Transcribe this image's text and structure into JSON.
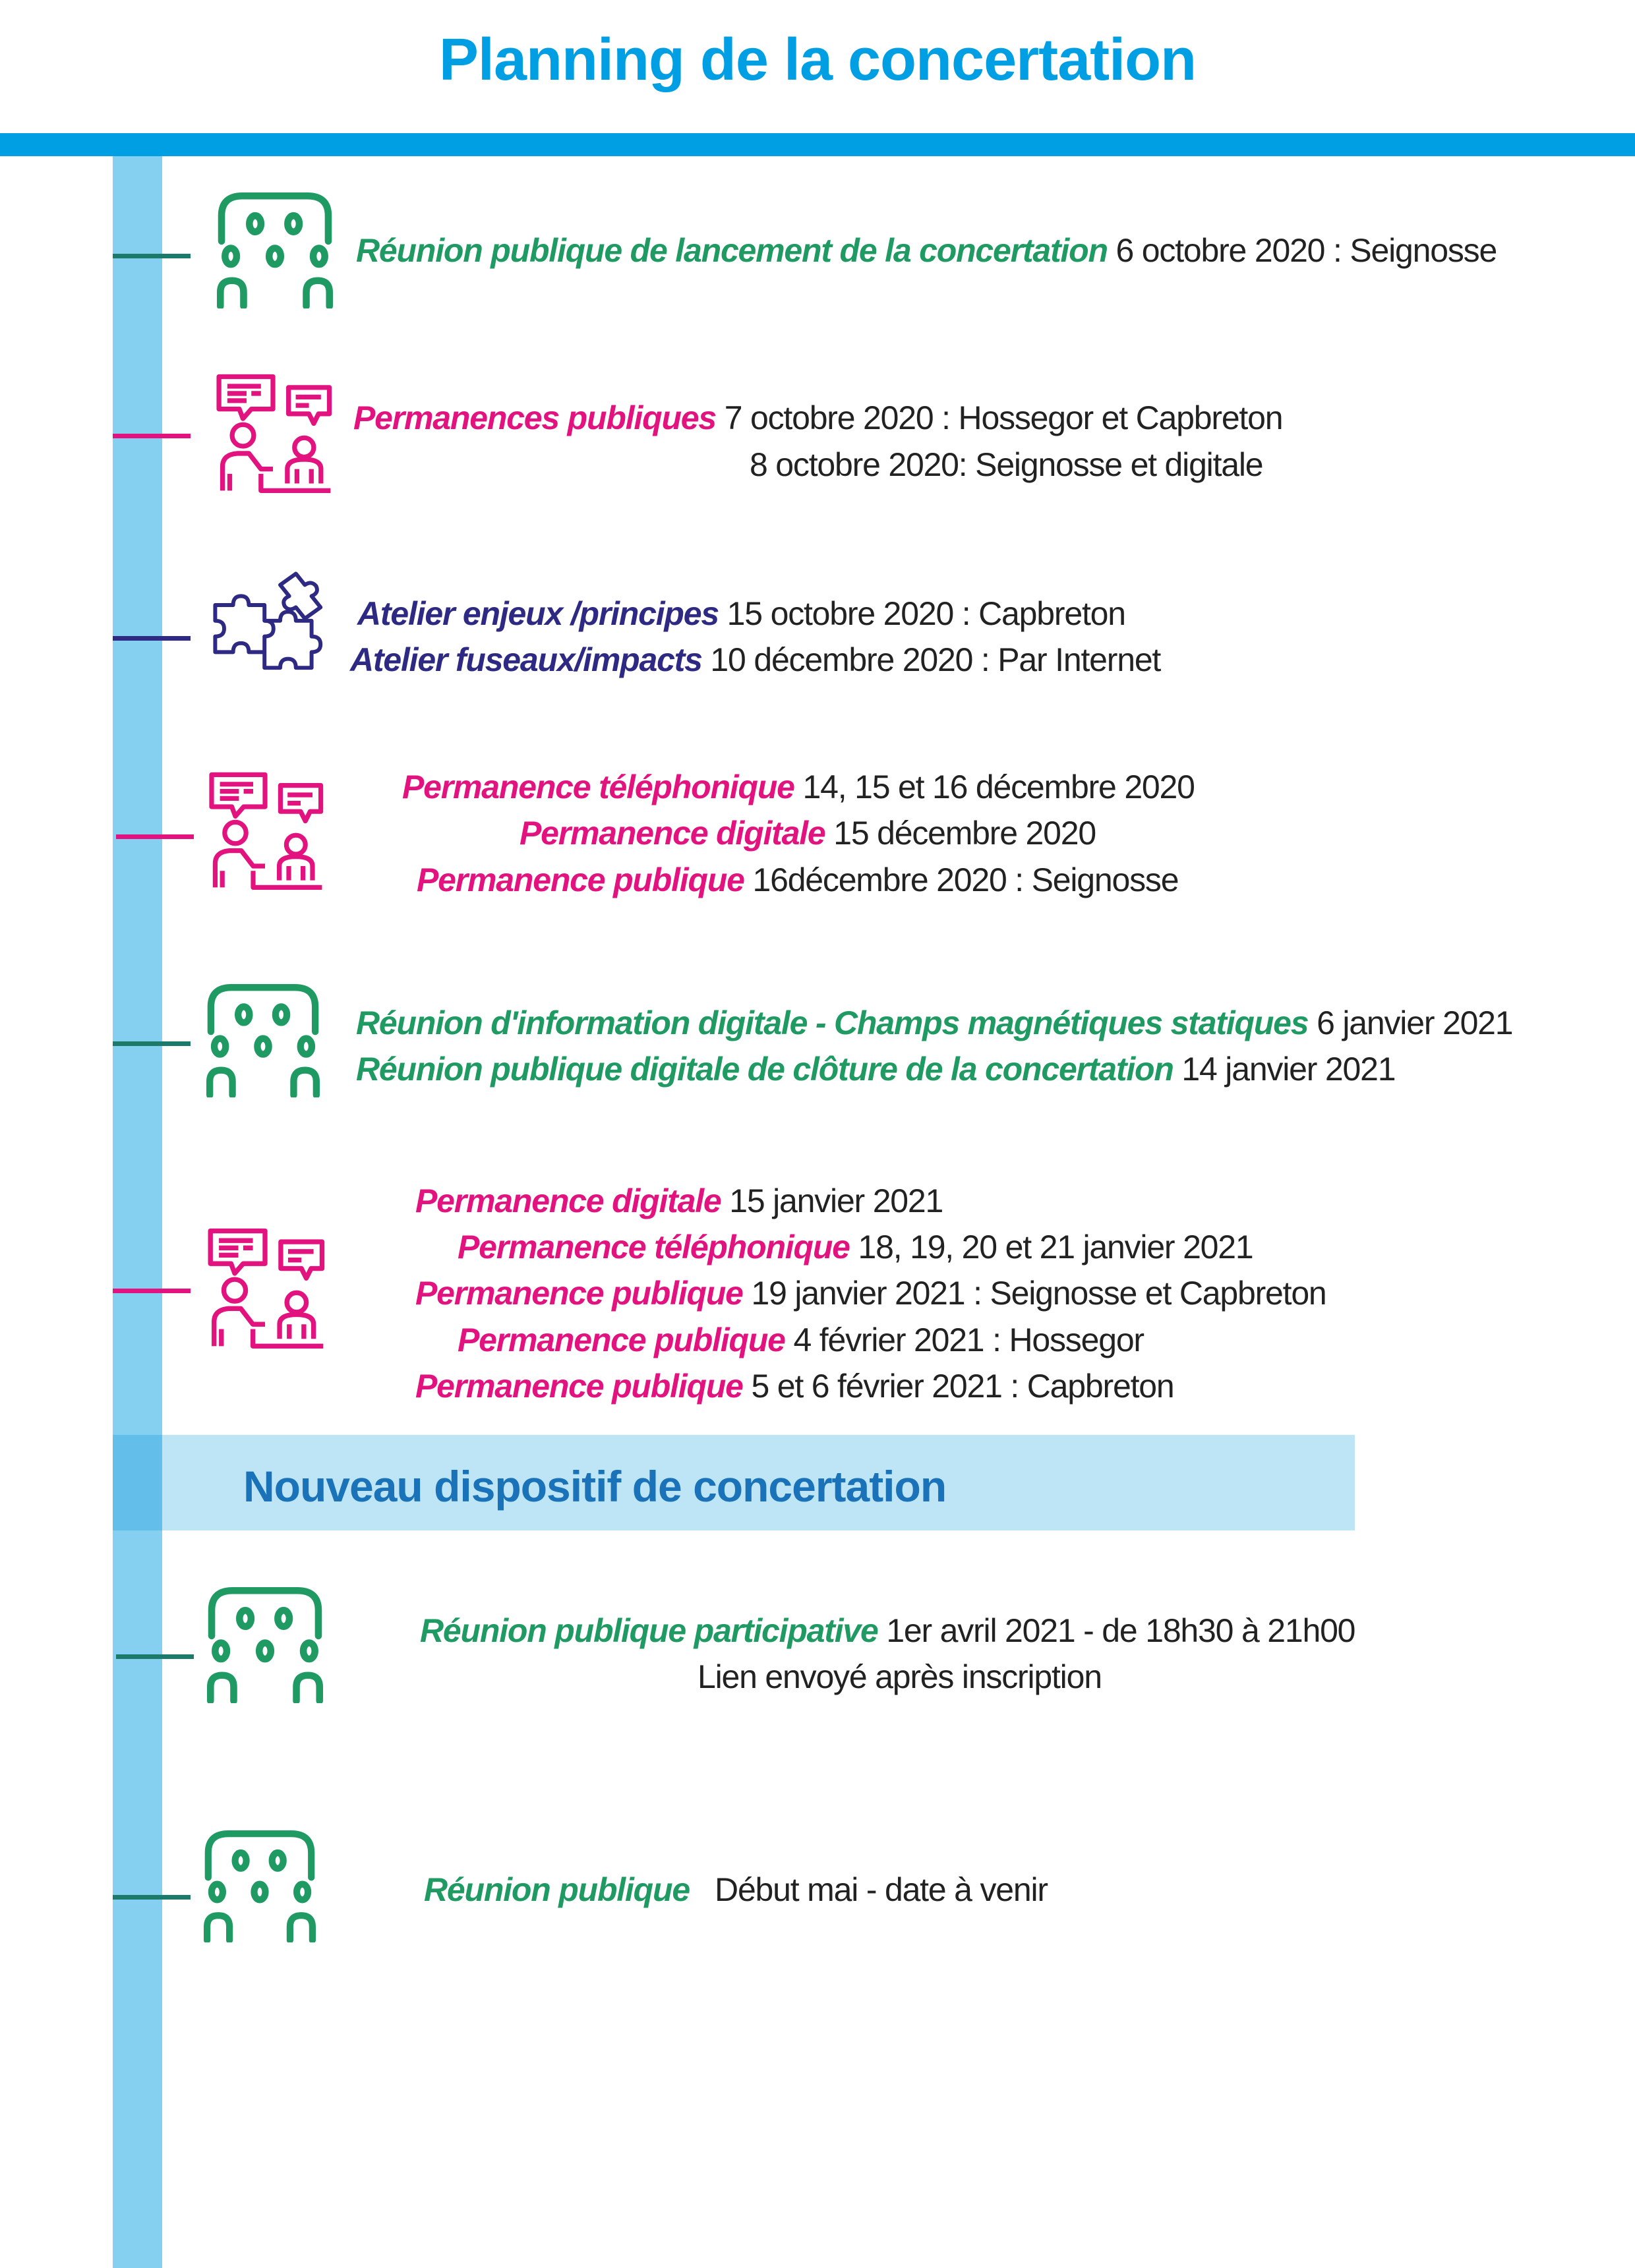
{
  "title": "Planning de la concertation",
  "colors": {
    "title": "#009fe3",
    "green": "#1f9a63",
    "green_tick": "#1b7a6a",
    "pink": "#e2127f",
    "navy": "#2e2a83",
    "timeline": "#85cff0",
    "banner": "#bde5f5",
    "banner_text": "#1a72b8"
  },
  "entries": [
    {
      "icon": "group-meeting-icon",
      "lines": [
        {
          "label": "Réunion publique de lancement de la concertation",
          "detail": "  6 octobre 2020 : Seignosse"
        }
      ]
    },
    {
      "icon": "consultation-icon",
      "lines": [
        {
          "label": "Permanences publiques",
          "detail": " 7 octobre 2020 : Hossegor et Capbreton"
        },
        {
          "label": "",
          "detail": "8 octobre 2020: Seignosse et digitale"
        }
      ]
    },
    {
      "icon": "puzzle-icon",
      "lines": [
        {
          "label": "Atelier enjeux /principes",
          "detail": "  15 octobre 2020 : Capbreton"
        },
        {
          "label": "Atelier fuseaux/impacts",
          "detail": " 10 décembre 2020 : Par Internet"
        }
      ]
    },
    {
      "icon": "consultation-icon",
      "lines": [
        {
          "label": "Permanence téléphonique",
          "detail": " 14, 15 et 16 décembre 2020"
        },
        {
          "label": "Permanence digitale",
          "detail": " 15 décembre 2020"
        },
        {
          "label": "Permanence publique",
          "detail": " 16décembre 2020 : Seignosse"
        }
      ]
    },
    {
      "icon": "group-meeting-icon",
      "lines": [
        {
          "label": "Réunion d'information digitale - Champs magnétiques statiques",
          "detail": " 6 janvier 2021"
        },
        {
          "label": "Réunion publique digitale de clôture de la concertation",
          "detail": " 14 janvier 2021"
        }
      ]
    },
    {
      "icon": "consultation-icon",
      "lines": [
        {
          "label": "Permanence digitale",
          "detail": " 15 janvier 2021"
        },
        {
          "label": "Permanence téléphonique",
          "detail": " 18, 19, 20 et 21 janvier 2021"
        },
        {
          "label": "Permanence publique",
          "detail": " 19 janvier 2021 : Seignosse et Capbreton"
        },
        {
          "label": "Permanence publique",
          "detail": " 4 février 2021 : Hossegor"
        },
        {
          "label": "Permanence publique",
          "detail": " 5 et 6 février 2021 :  Capbreton"
        }
      ]
    },
    {
      "icon": "group-meeting-icon",
      "lines": [
        {
          "label": "Réunion publique participative",
          "detail": " 1er avril 2021 - de 18h30 à 21h00"
        },
        {
          "label": "",
          "detail": "Lien envoyé après inscription"
        }
      ]
    },
    {
      "icon": "group-meeting-icon",
      "lines": [
        {
          "label": "Réunion publique",
          "detail": "   Début mai - date à venir"
        }
      ]
    }
  ],
  "banner": {
    "text": "Nouveau dispositif de concertation"
  }
}
